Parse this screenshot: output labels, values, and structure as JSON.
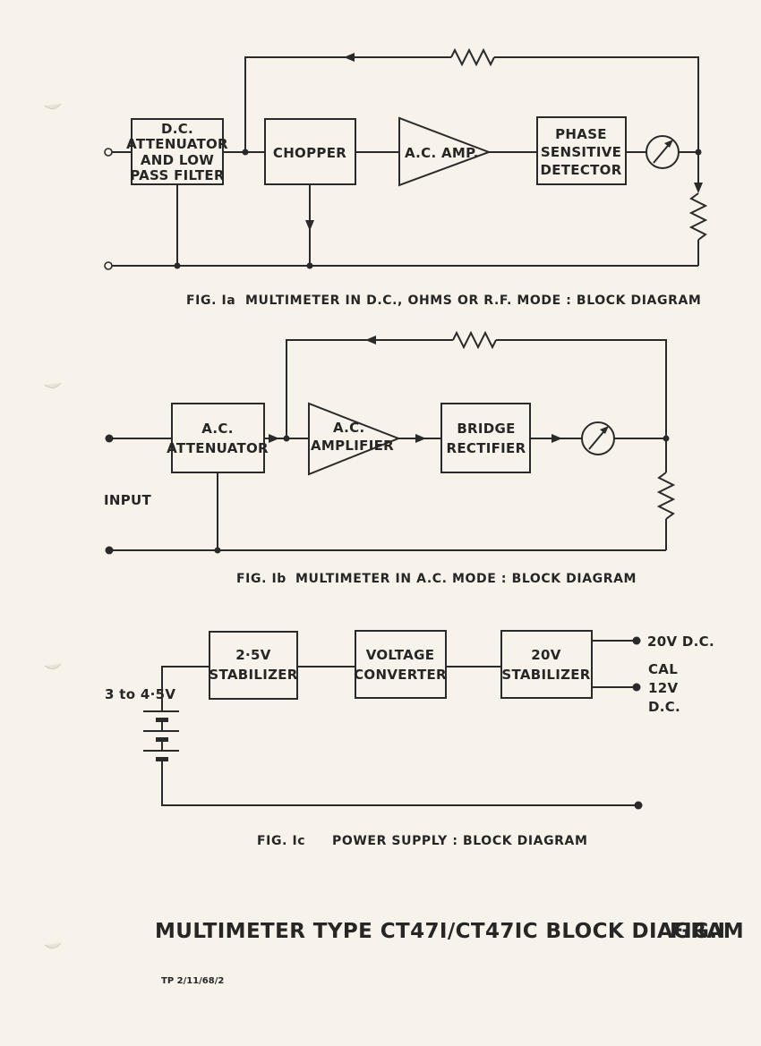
{
  "fig_a": {
    "dc_attenuator": [
      "D.C.",
      "ATTENUATOR",
      "AND LOW",
      "PASS FILTER"
    ],
    "chopper": "CHOPPER",
    "ac_amp": "A.C. AMP.",
    "phase_detector": [
      "PHASE",
      "SENSITIVE",
      "DETECTOR"
    ],
    "caption_number": "FIG. Ia",
    "caption_text": "MULTIMETER IN D.C., OHMS OR R.F. MODE : BLOCK DIAGRAM"
  },
  "fig_b": {
    "ac_attenuator": [
      "A.C.",
      "ATTENUATOR"
    ],
    "ac_amplifier": [
      "A.C.",
      "AMPLIFIER"
    ],
    "bridge_rectifier": [
      "BRIDGE",
      "RECTIFIER"
    ],
    "input_label": "INPUT",
    "caption_number": "FIG. Ib",
    "caption_text": "MULTIMETER IN A.C. MODE : BLOCK DIAGRAM"
  },
  "fig_c": {
    "stabilizer_25": [
      "2·5V",
      "STABILIZER"
    ],
    "voltage_converter": [
      "VOLTAGE",
      "CONVERTER"
    ],
    "stabilizer_20": [
      "20V",
      "STABILIZER"
    ],
    "battery_label": "3 to 4·5V",
    "out_20v": "20V D.C.",
    "out_cal": "CAL",
    "out_12v": "12V",
    "out_dc": "D.C.",
    "caption_number": "FIG. Ic",
    "caption_text": "POWER SUPPLY : BLOCK DIAGRAM"
  },
  "title": "MULTIMETER TYPE CT47I/CT47IC BLOCK DIAGRAM",
  "fig_label": "FIG.I",
  "reference": "TP 2/11/68/2"
}
